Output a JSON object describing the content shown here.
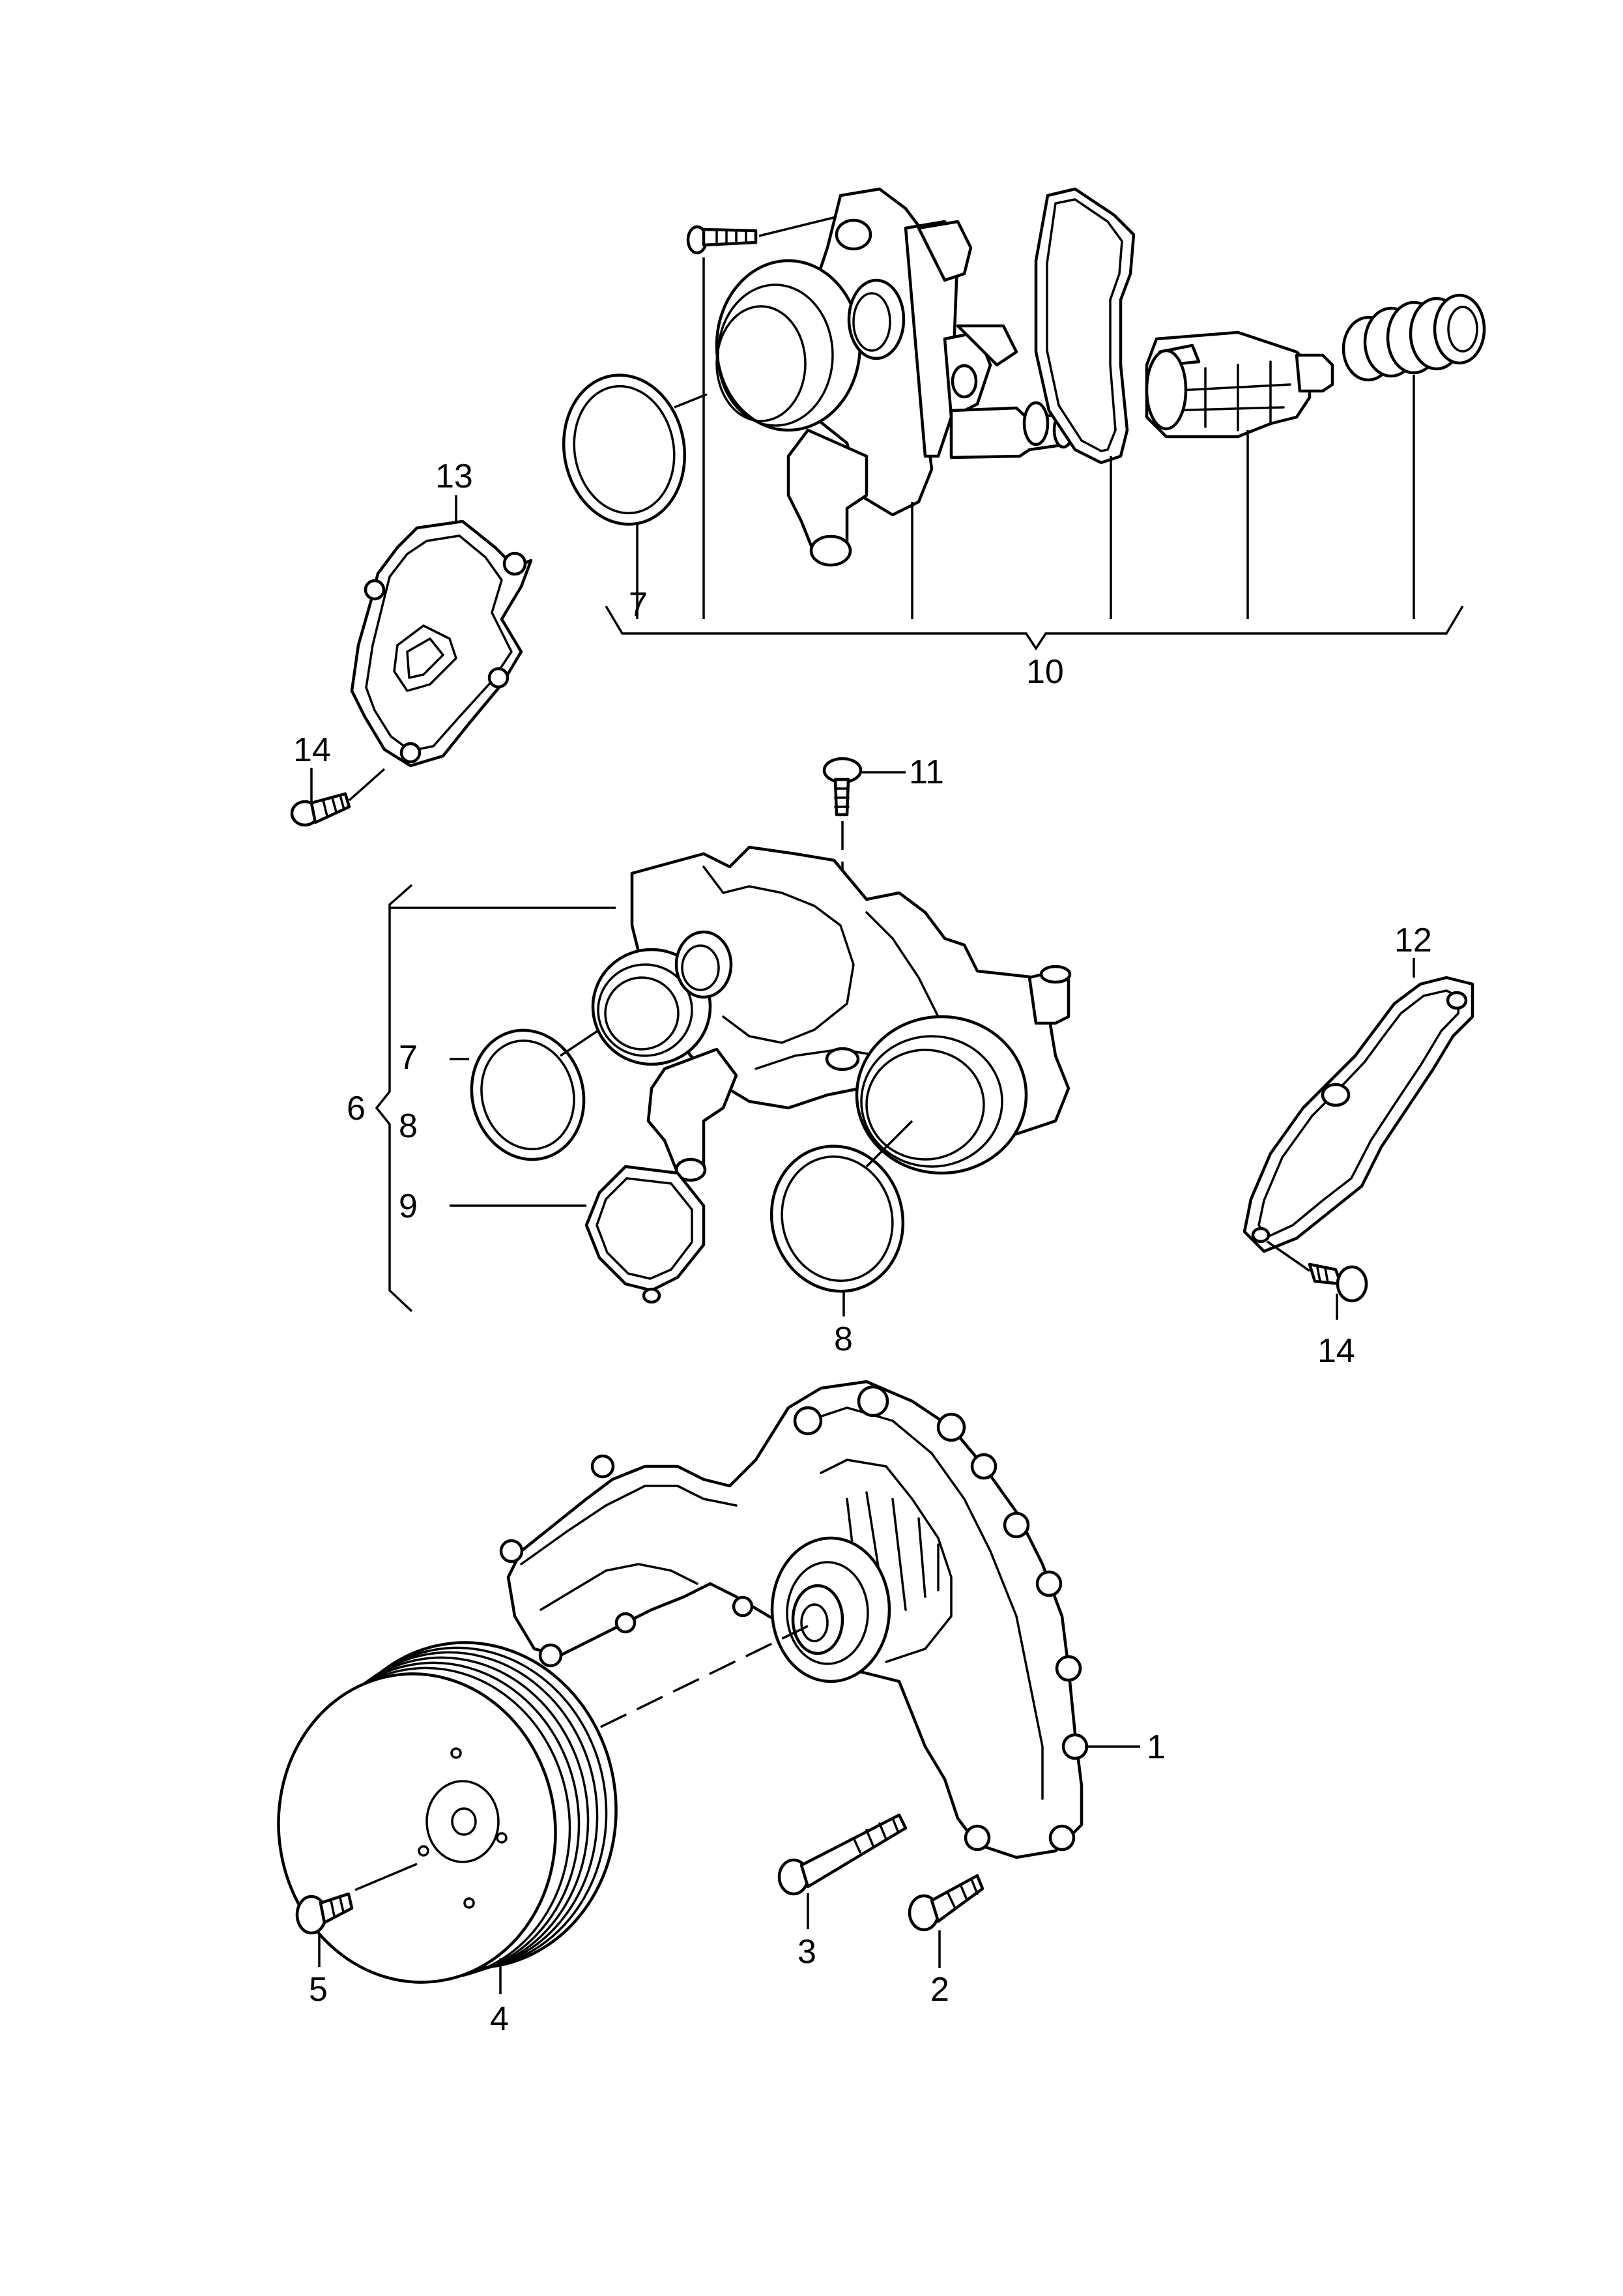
{
  "callouts": {
    "c1": "1",
    "c2": "2",
    "c3": "3",
    "c4": "4",
    "c5": "5",
    "c6": "6",
    "c7a": "7",
    "c7b": "7",
    "c8a": "8",
    "c8b": "8",
    "c9": "9",
    "c10": "10",
    "c11": "11",
    "c12": "12",
    "c13": "13",
    "c14a": "14",
    "c14b": "14"
  },
  "colors": {
    "line": "#000000",
    "background": "#ffffff"
  }
}
